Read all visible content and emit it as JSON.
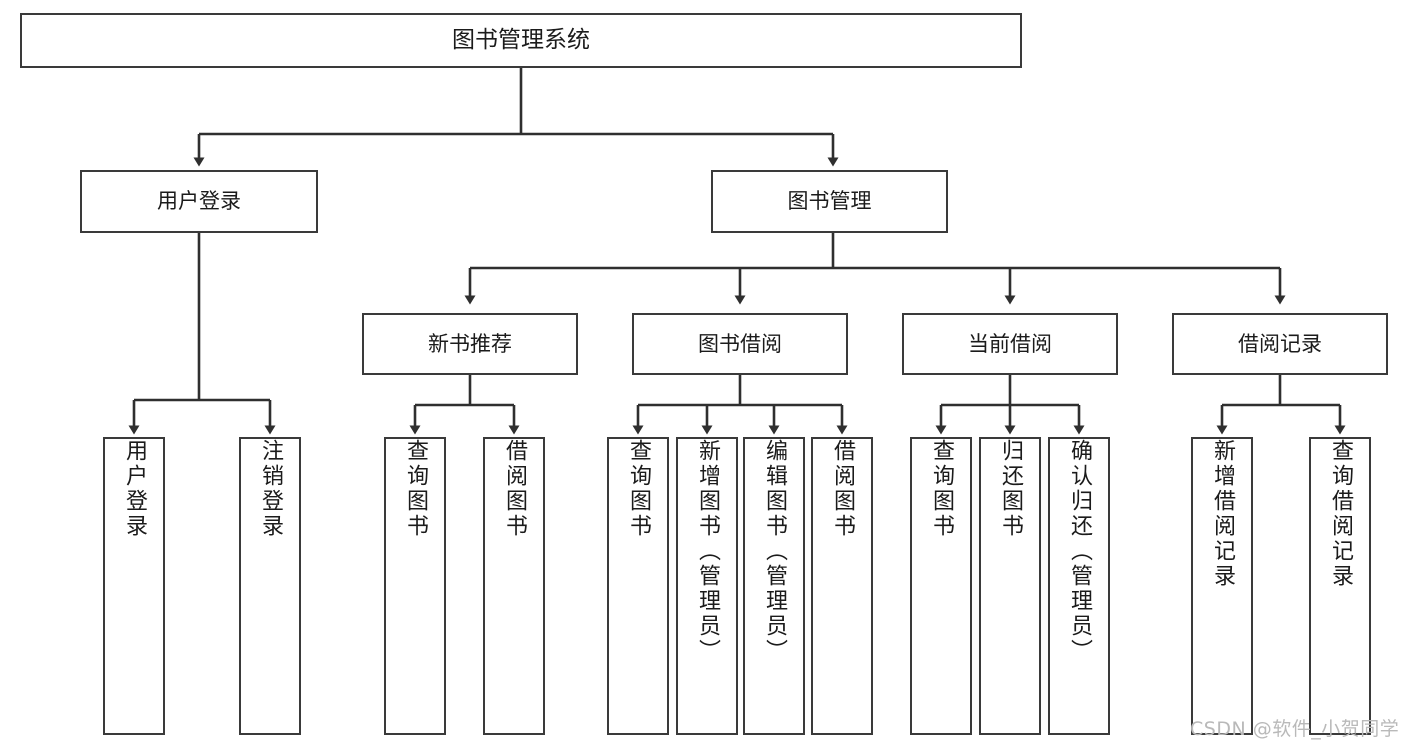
{
  "diagram": {
    "type": "tree-hierarchy",
    "title": "图书管理系统",
    "root": {
      "label": "图书管理系统"
    },
    "level1": [
      {
        "label": "用户登录"
      },
      {
        "label": "图书管理"
      }
    ],
    "level2": [
      {
        "label": "新书推荐"
      },
      {
        "label": "图书借阅"
      },
      {
        "label": "当前借阅"
      },
      {
        "label": "借阅记录"
      }
    ],
    "leaves": {
      "user_login": [
        {
          "label": "用户登录"
        },
        {
          "label": "注销登录"
        }
      ],
      "new_book_recommend": [
        {
          "label": "查询图书"
        },
        {
          "label": "借阅图书"
        }
      ],
      "book_borrow": [
        {
          "label": "查询图书"
        },
        {
          "label": "新增图书（管理员）"
        },
        {
          "label": "编辑图书（管理员）"
        },
        {
          "label": "借阅图书"
        }
      ],
      "current_borrow": [
        {
          "label": "查询图书"
        },
        {
          "label": "归还图书"
        },
        {
          "label": "确认归还（管理员）"
        }
      ],
      "borrow_record": [
        {
          "label": "新增借阅记录"
        },
        {
          "label": "查询借阅记录"
        }
      ]
    }
  },
  "watermark": {
    "text": "CSDN @软件_小贺同学"
  },
  "colors": {
    "box_border": "#3a3a3a",
    "box_fill": "#ffffff",
    "line": "#2f2f2f",
    "text": "#1b1b1b",
    "watermark": "#b9b9b9",
    "background": "#ffffff"
  }
}
